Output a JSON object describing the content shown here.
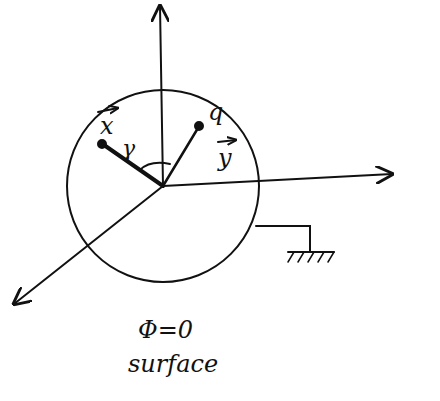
{
  "diagram": {
    "labels": [
      "x",
      "γ",
      "q",
      "y",
      "Φ=0",
      "surface"
    ]
  }
}
